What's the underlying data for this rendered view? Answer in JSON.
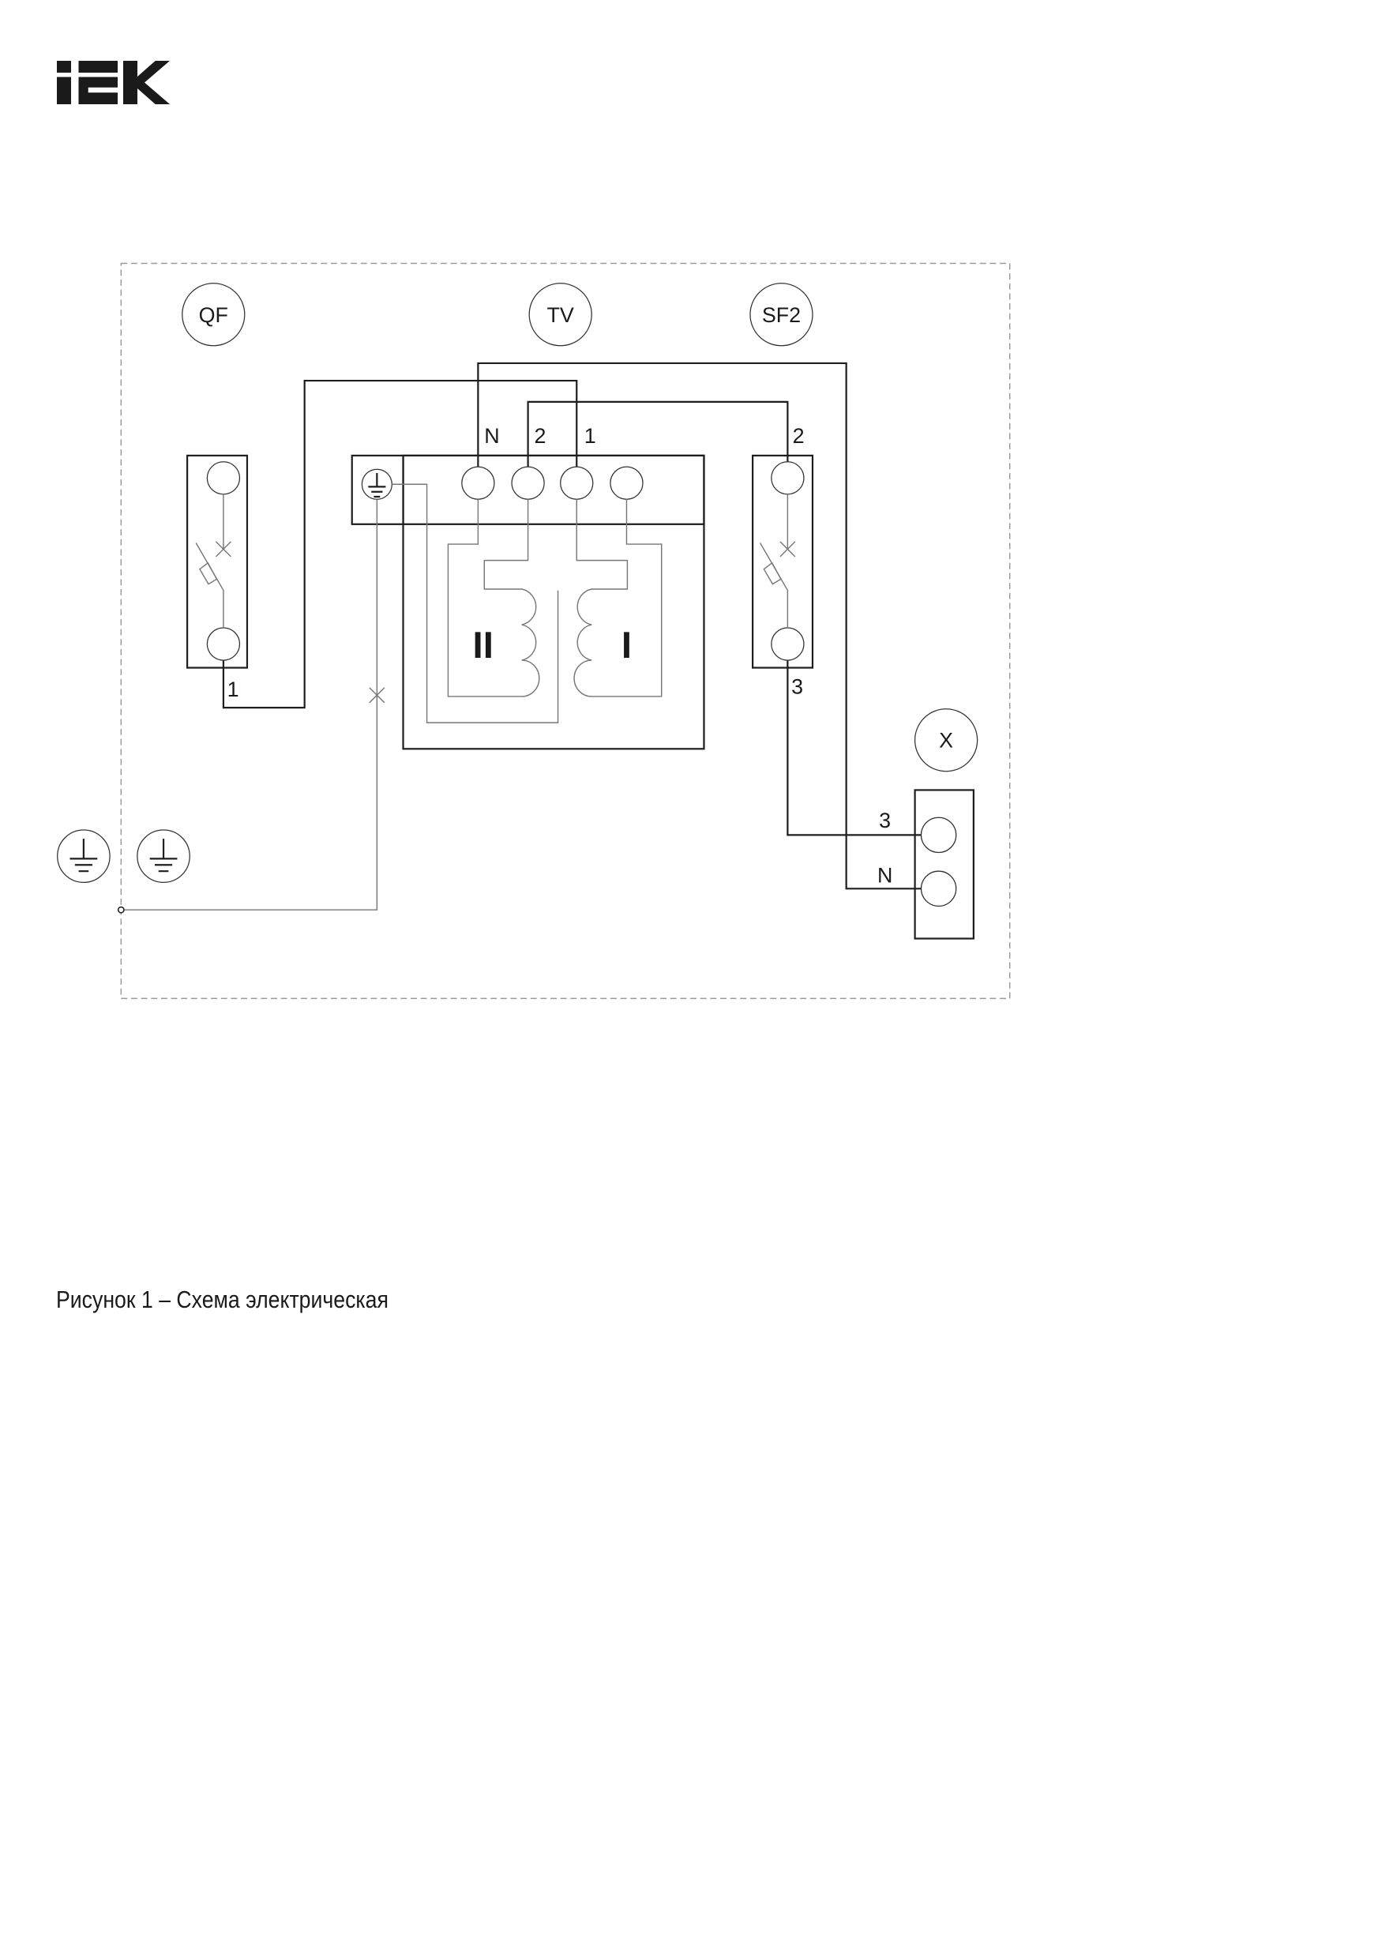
{
  "logo": {
    "text": "IEK"
  },
  "diagram": {
    "designators": {
      "qf": "QF",
      "tv": "TV",
      "sf2": "SF2",
      "x": "X"
    },
    "tv_terminal_labels": {
      "n": "N",
      "t2": "2",
      "t1": "1"
    },
    "tv_windings": {
      "secondary": "II",
      "primary": "I"
    },
    "qf_terminal_label": "1",
    "sf2_labels": {
      "top": "2",
      "bottom": "3"
    },
    "x_terminal_labels": {
      "t3": "3",
      "n": "N"
    }
  },
  "caption": "Рисунок 1 – Схема электрическая",
  "colors": {
    "ink": "#1e1e1e",
    "thin_wire": "#777777",
    "frame": "#999999"
  }
}
